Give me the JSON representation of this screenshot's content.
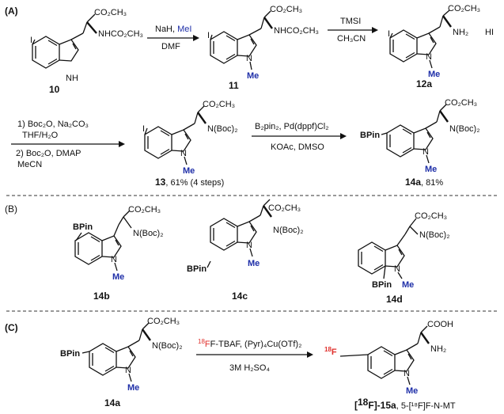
{
  "sections": {
    "a": "(A)",
    "b": "(B)",
    "c": "(C)"
  },
  "atoms": {
    "co2ch3": "CO₂CH₃",
    "nhco2ch3": "NHCO₂CH₃",
    "nh2": "NH₂",
    "hi": "HI",
    "nboc2": "N(Boc)₂",
    "bpin": "BPin",
    "cooh": "COOH",
    "iodo": "I",
    "nh": "NH",
    "n": "N",
    "me": "Me",
    "f18_mass": "18",
    "f18_el": "F"
  },
  "reagents": {
    "r1_top_a": "NaH, ",
    "r1_top_b": "MeI",
    "r1_bot": "DMF",
    "r2_top": "TMSI",
    "r2_bot": "CH₃CN",
    "r3_l1": "1) Boc₂O, Na₂CO₃",
    "r3_l2": "THF/H₂O",
    "r3_l3": "2) Boc₂O, DMAP",
    "r3_l4": "MeCN",
    "r4_top": "B₂pin₂, Pd(dppf)Cl₂",
    "r4_bot": "KOAc, DMSO",
    "r5_top_mass": "18",
    "r5_top_rest": "F-TBAF, (Pyr)₄Cu(OTf)₂",
    "r5_bot": "3M H₂SO₄"
  },
  "compounds": {
    "c10": "10",
    "c11": "11",
    "c12a": "12a",
    "c13_num": "13",
    "c13_yield": ", 61% (4 steps)",
    "c14a_num": "14a",
    "c14a_yield": ", 81%",
    "c14b": "14b",
    "c14c": "14c",
    "c14d": "14d",
    "c14a_c": "14a",
    "c15_bracket_open": "[",
    "c15_mass": "18",
    "c15_rest": "F]-15a",
    "c15_desc": ", 5-[¹⁸F]F-N-MT"
  },
  "colors": {
    "methyl_blue": "#1f2fa8",
    "fluorine_red": "#e0302c",
    "ink": "#111111"
  }
}
